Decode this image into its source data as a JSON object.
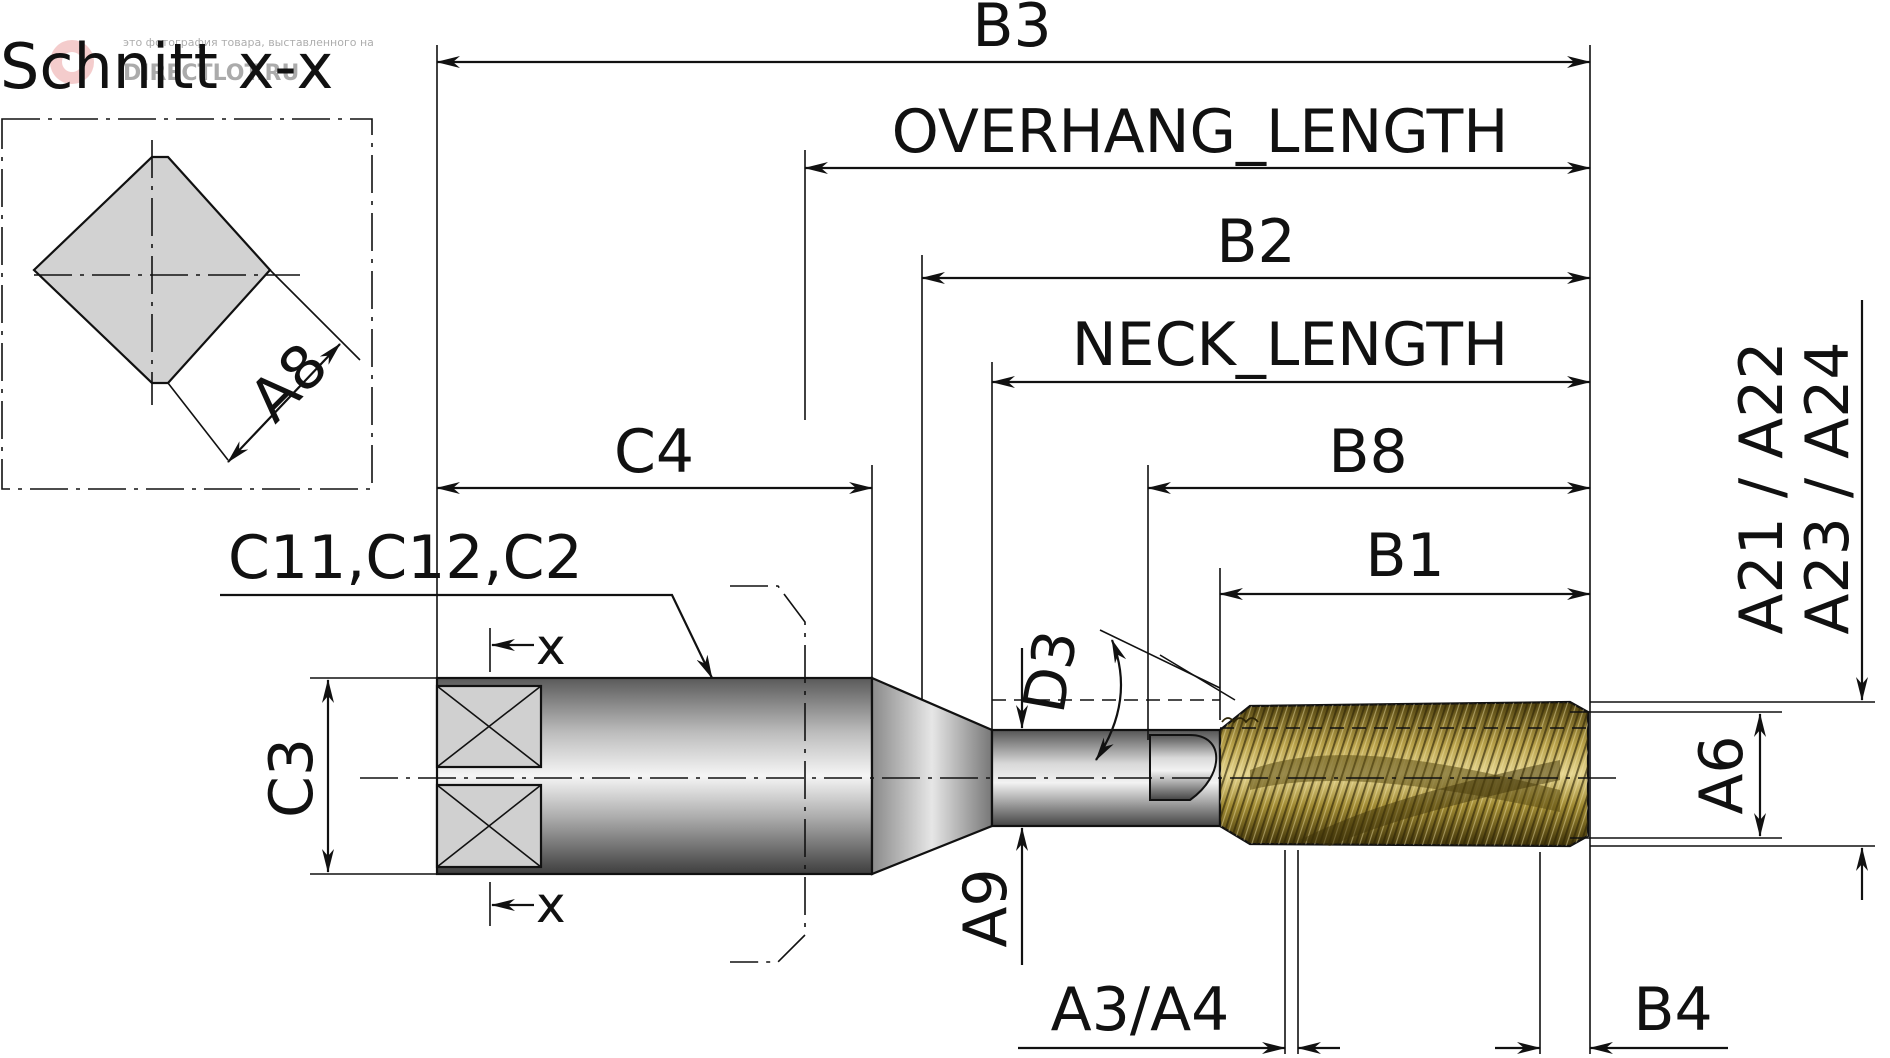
{
  "section_title": "Schnitt x-x",
  "watermark": {
    "caption": "это фотография товара, выставленного на",
    "brand": "DIRECTLOT.RU"
  },
  "labels": {
    "b3": "B3",
    "overhang_length": "OVERHANG_LENGTH",
    "b2": "B2",
    "neck_length": "NECK_LENGTH",
    "b8": "B8",
    "b1": "B1",
    "c4": "C4",
    "c11_c12_c2": "C11,C12,C2",
    "c3": "C3",
    "d3": "D3",
    "a8": "A8",
    "a9": "A9",
    "a6": "A6",
    "a3_a4": "A3/A4",
    "b4": "B4",
    "a21_a22": "A21 / A22",
    "a23_a24": "A23 / A24",
    "x_top": "x",
    "x_bottom": "x"
  },
  "colors": {
    "line": "#111111",
    "shank_light": "#ececec",
    "shank_dark": "#4a4a4a",
    "coating_light": "#d9c77a",
    "coating_dark": "#5a4a10",
    "section_fill": "#d2d2d2"
  }
}
